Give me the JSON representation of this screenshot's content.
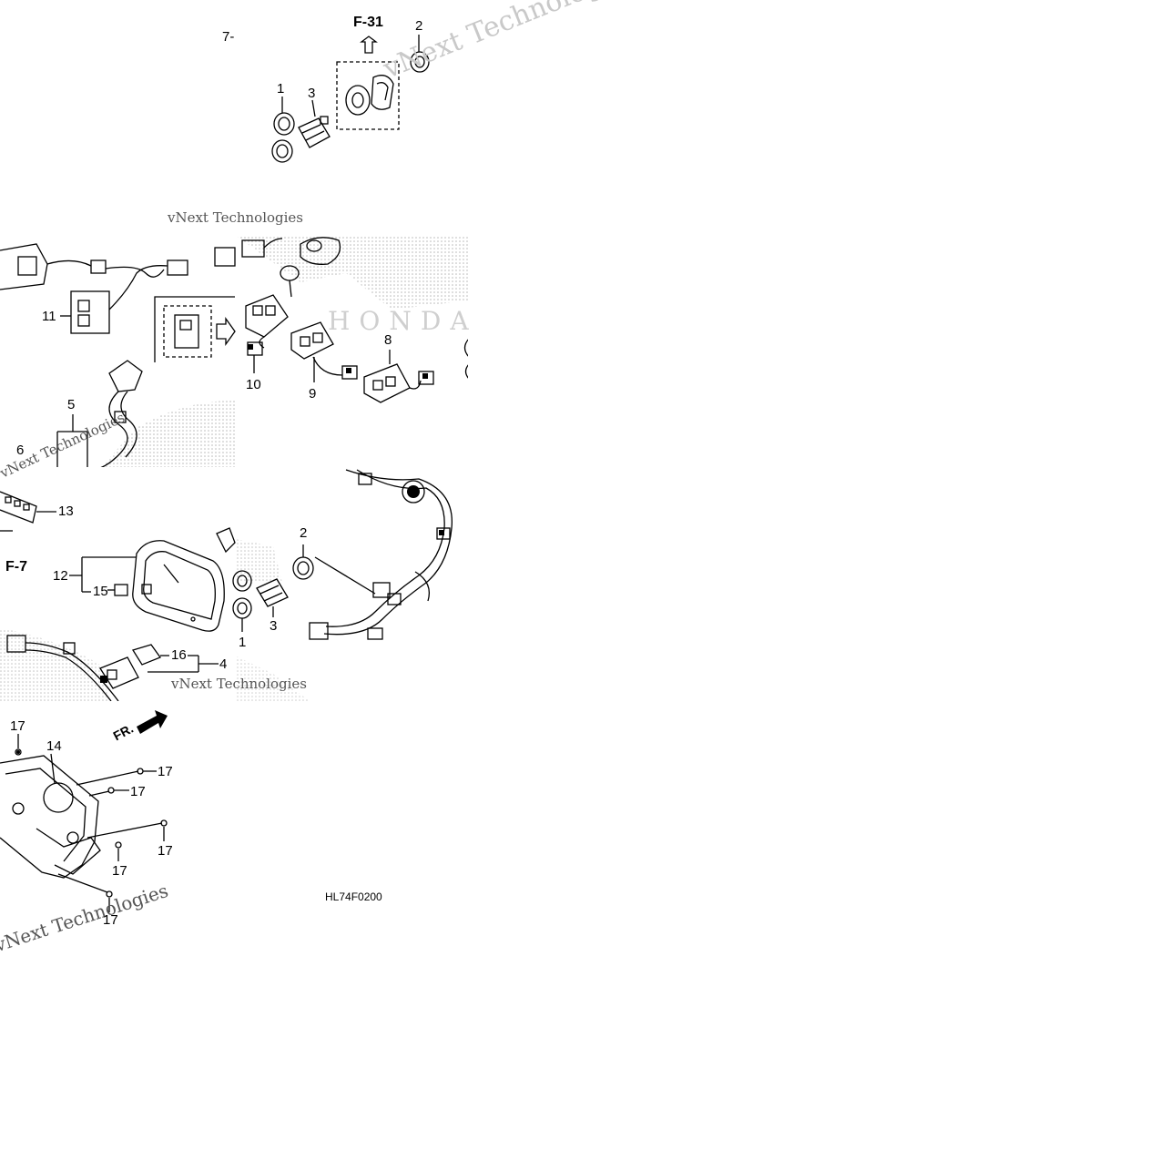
{
  "diagram": {
    "code": "HL74F0200",
    "front_marker": "FR.",
    "watermark_text": "vNext Technologies",
    "brand_watermark": "HONDA",
    "refs": {
      "top": "F-31",
      "left": "F-7",
      "top_left_partial": "7-"
    },
    "callouts": [
      {
        "id": "c1a",
        "text": "1"
      },
      {
        "id": "c3a",
        "text": "3"
      },
      {
        "id": "c2a",
        "text": "2"
      },
      {
        "id": "c11",
        "text": "11"
      },
      {
        "id": "c5",
        "text": "5"
      },
      {
        "id": "c6",
        "text": "6"
      },
      {
        "id": "c10",
        "text": "10"
      },
      {
        "id": "c9",
        "text": "9"
      },
      {
        "id": "c8",
        "text": "8"
      },
      {
        "id": "c13",
        "text": "13"
      },
      {
        "id": "c12",
        "text": "12"
      },
      {
        "id": "c15",
        "text": "15"
      },
      {
        "id": "c2b",
        "text": "2"
      },
      {
        "id": "c3b",
        "text": "3"
      },
      {
        "id": "c1b",
        "text": "1"
      },
      {
        "id": "c16",
        "text": "16"
      },
      {
        "id": "c4",
        "text": "4"
      },
      {
        "id": "c17a",
        "text": "17"
      },
      {
        "id": "c14",
        "text": "14"
      },
      {
        "id": "c17b",
        "text": "17"
      },
      {
        "id": "c17c",
        "text": "17"
      },
      {
        "id": "c17d",
        "text": "17"
      },
      {
        "id": "c17e",
        "text": "17"
      },
      {
        "id": "c17f",
        "text": "17"
      }
    ]
  }
}
